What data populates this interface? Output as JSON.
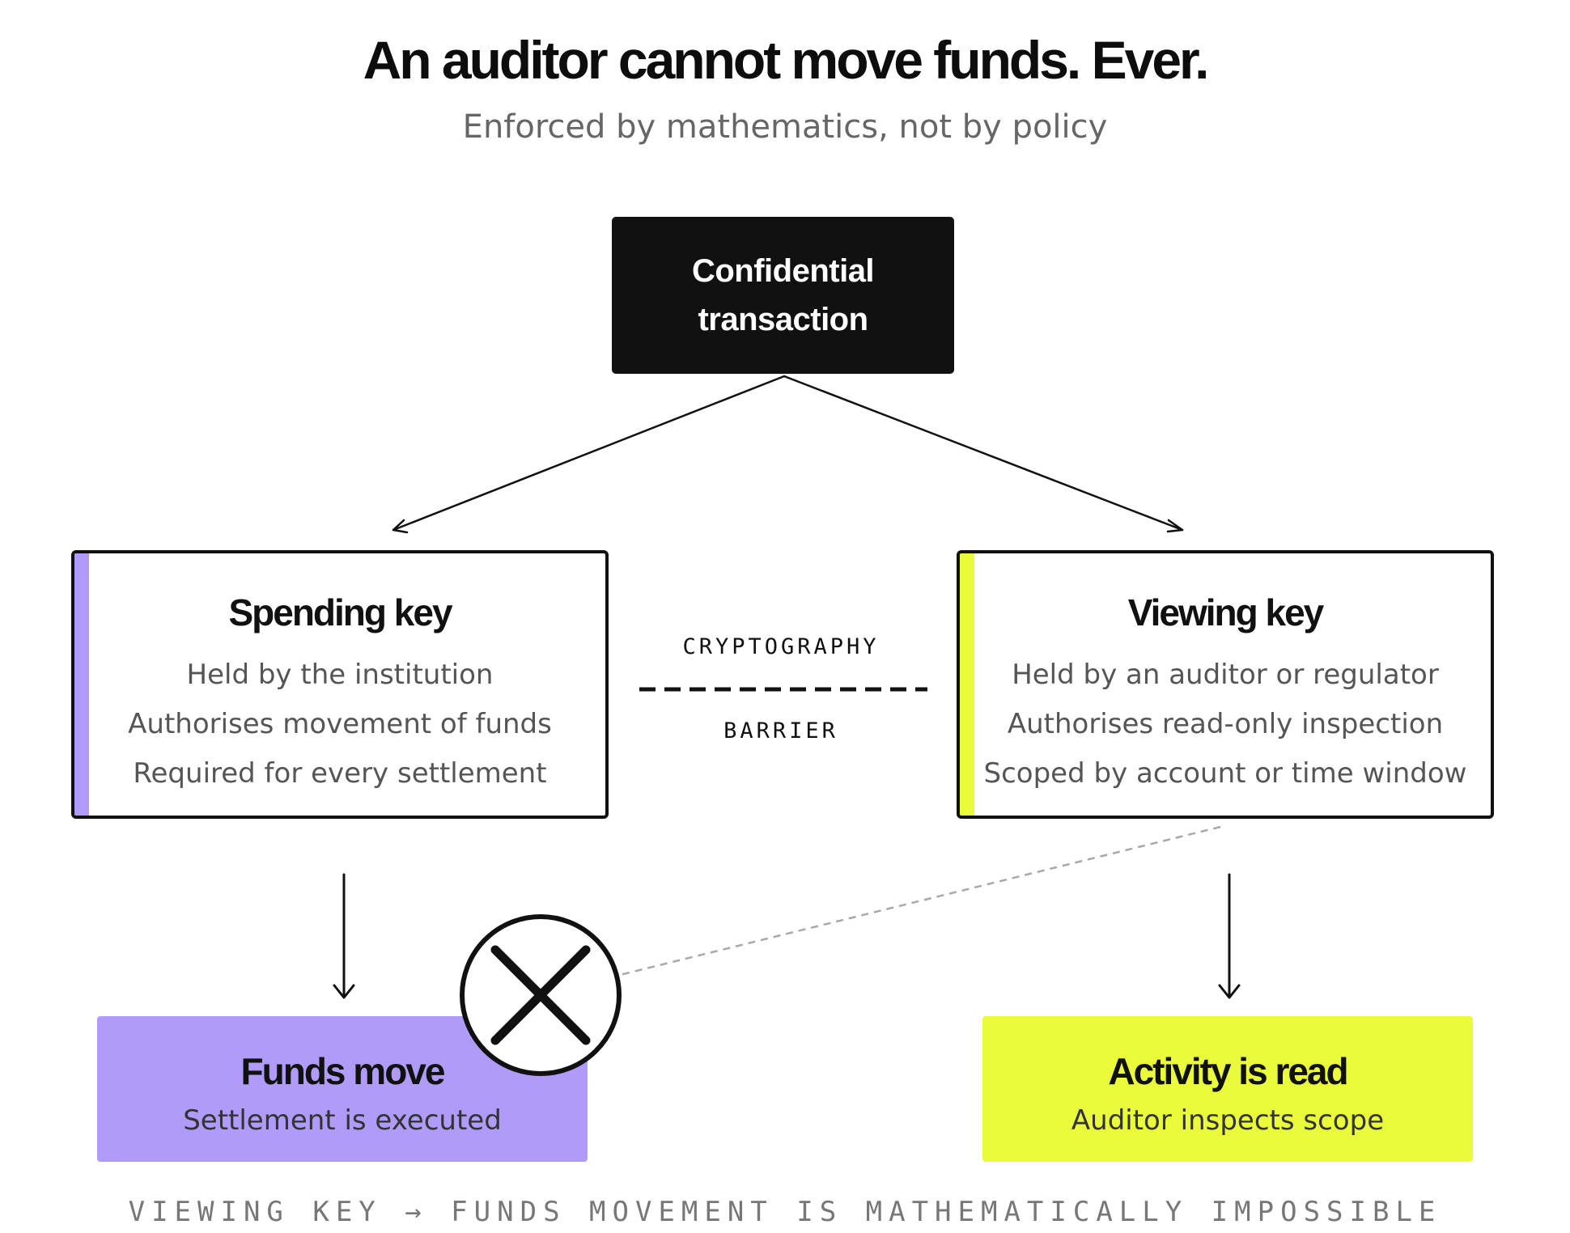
{
  "title": "An auditor cannot move funds. Ever.",
  "subtitle": "Enforced by mathematics, not by policy",
  "root": {
    "line1": "Confidential",
    "line2": "transaction"
  },
  "spending_key": {
    "title": "Spending key",
    "lines": [
      "Held by the institution",
      "Authorises movement of funds",
      "Required for every settlement"
    ]
  },
  "viewing_key": {
    "title": "Viewing key",
    "lines": [
      "Held by an auditor or regulator",
      "Authorises read-only inspection",
      "Scoped by account or time window"
    ]
  },
  "barrier": {
    "top": "CRYPTOGRAPHY",
    "bottom": "BARRIER"
  },
  "outcomes": {
    "funds": {
      "title": "Funds move",
      "subtitle": "Settlement is executed"
    },
    "activity": {
      "title": "Activity is read",
      "subtitle": "Auditor inspects scope"
    }
  },
  "footer": "VIEWING KEY → FUNDS MOVEMENT IS MATHEMATICALLY IMPOSSIBLE",
  "colors": {
    "purple": "#b09cf8",
    "yellow": "#eafb3c",
    "black": "#111111"
  },
  "icons": {
    "blocked": "x-circle-icon"
  }
}
